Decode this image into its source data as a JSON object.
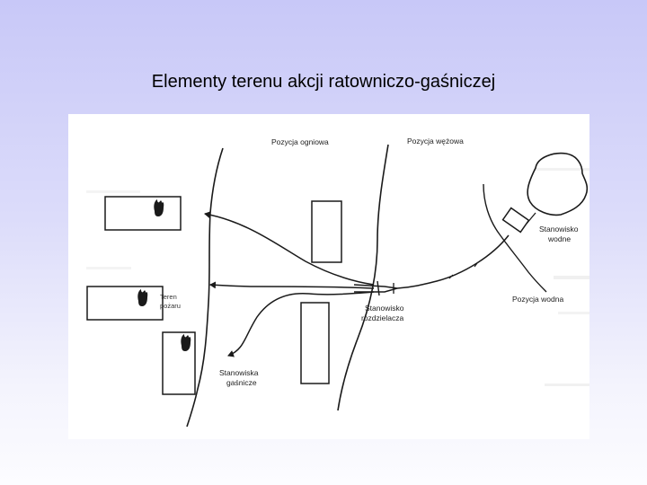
{
  "slide": {
    "title": "Elementy terenu akcji ratowniczo-gaśniczej"
  },
  "diagram": {
    "labels": {
      "fire_position": "Pozycja ogniowa",
      "hose_position": "Pozycja wężowa",
      "water_station_line1": "Stanowisko",
      "water_station_line2": "wodne",
      "water_position": "Pozycja wodna",
      "distributor_station_line1": "Stanowisko",
      "distributor_station_line2": "rozdzielacza",
      "fire_area_line1": "Teren",
      "fire_area_line2": "pożaru",
      "extinguishing_stations_line1": "Stanowiska",
      "extinguishing_stations_line2": "gaśnicze"
    }
  },
  "colors": {
    "ink": "#1a1a1a",
    "background_top": "#c8c8f8",
    "background_bottom": "#fcfcff"
  }
}
